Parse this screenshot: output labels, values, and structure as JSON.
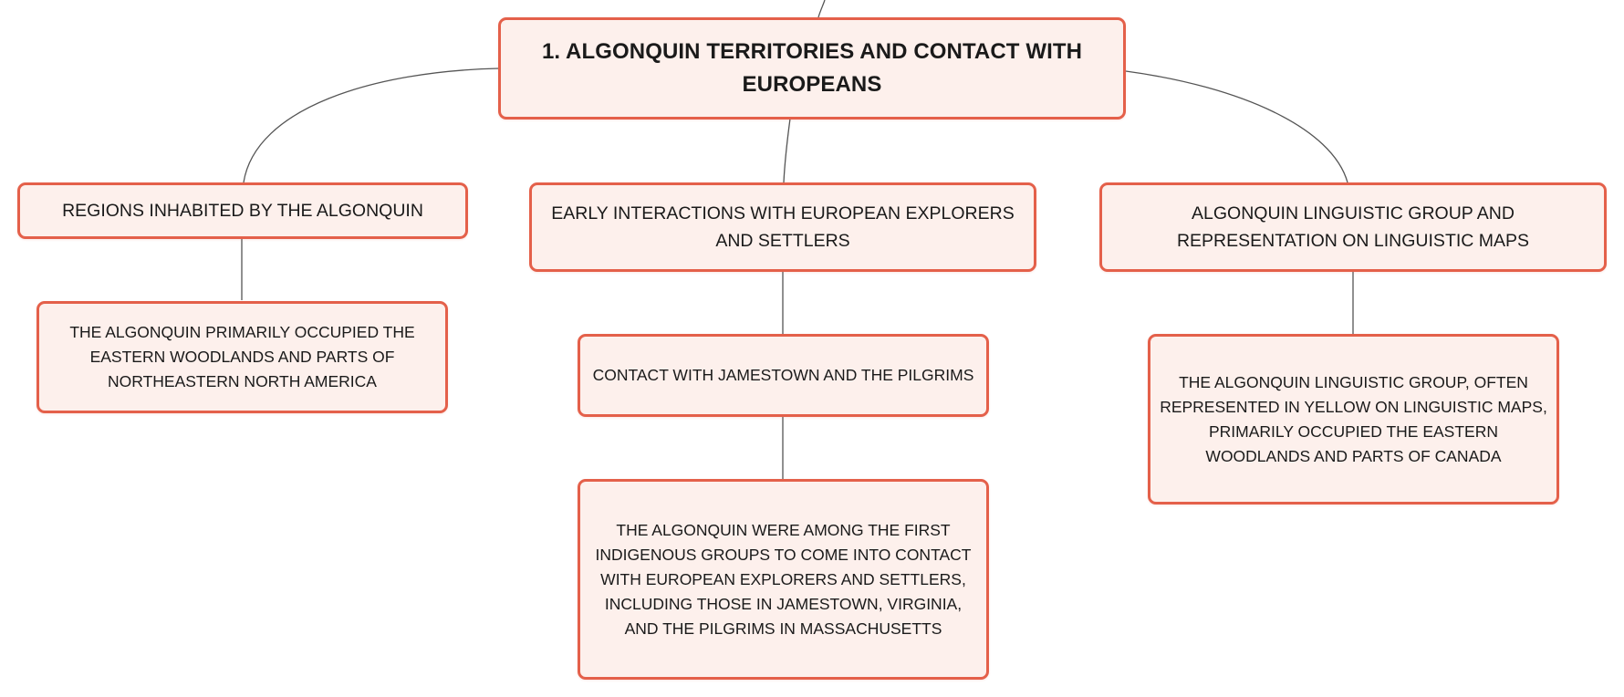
{
  "diagram": {
    "root": {
      "text": "1. ALGONQUIN TERRITORIES AND CONTACT WITH EUROPEANS"
    },
    "branches": [
      {
        "text": "REGIONS INHABITED BY THE ALGONQUIN",
        "children": [
          {
            "text": "THE ALGONQUIN PRIMARILY OCCUPIED THE EASTERN WOODLANDS AND PARTS OF NORTHEASTERN NORTH AMERICA"
          }
        ]
      },
      {
        "text": "EARLY INTERACTIONS WITH EUROPEAN EXPLORERS AND SETTLERS",
        "children": [
          {
            "text": "CONTACT WITH JAMESTOWN AND THE PILGRIMS"
          },
          {
            "text": "THE ALGONQUIN WERE AMONG THE FIRST INDIGENOUS GROUPS TO COME INTO CONTACT WITH EUROPEAN EXPLORERS AND SETTLERS, INCLUDING THOSE IN JAMESTOWN, VIRGINIA, AND THE PILGRIMS IN MASSACHUSETTS"
          }
        ]
      },
      {
        "text": "ALGONQUIN LINGUISTIC GROUP AND REPRESENTATION ON LINGUISTIC MAPS",
        "children": [
          {
            "text": "THE ALGONQUIN LINGUISTIC GROUP, OFTEN REPRESENTED IN YELLOW ON LINGUISTIC MAPS, PRIMARILY OCCUPIED THE EASTERN WOODLANDS AND PARTS OF CANADA"
          }
        ]
      }
    ]
  },
  "colors": {
    "node_fill": "#fdf0ec",
    "node_border": "#e4604a",
    "connector": "#555555",
    "text": "#1a1a1a"
  }
}
